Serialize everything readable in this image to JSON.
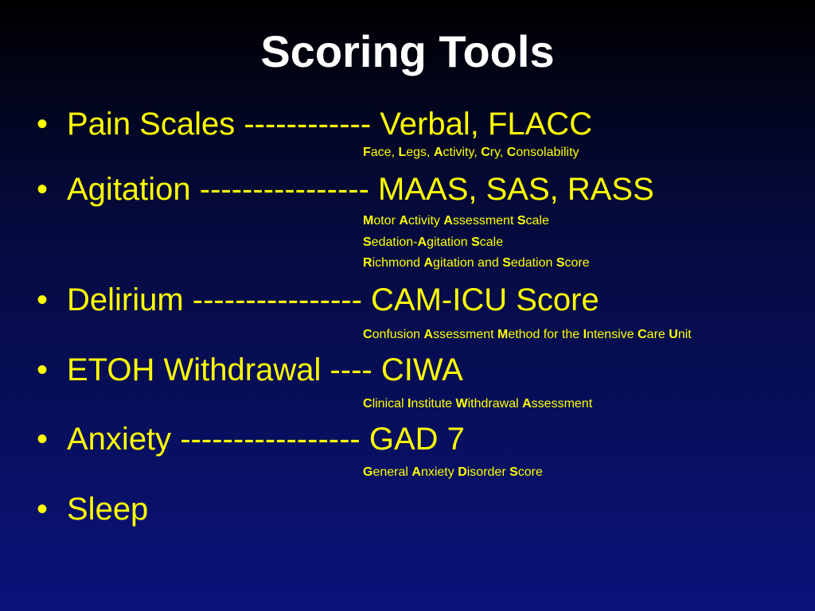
{
  "title": "Scoring Tools",
  "bullet_glyph": "•",
  "items": [
    {
      "text": "Pain Scales ------------ Verbal, FLACC"
    },
    {
      "text": "Agitation ---------------- MAAS, SAS, RASS"
    },
    {
      "text": "Delirium  ---------------- CAM-ICU Score"
    },
    {
      "text": "ETOH Withdrawal ---- CIWA"
    },
    {
      "text": "Anxiety ----------------- GAD 7"
    },
    {
      "text": "Sleep"
    }
  ],
  "subs": [
    [
      [
        "F",
        "ace, "
      ],
      [
        "L",
        "egs, "
      ],
      [
        "A",
        "ctivity, "
      ],
      [
        "C",
        "ry, "
      ],
      [
        "C",
        "onsolability"
      ]
    ],
    [
      [
        "M",
        "otor "
      ],
      [
        "A",
        "ctivity "
      ],
      [
        "A",
        "ssessment "
      ],
      [
        "S",
        "cale"
      ]
    ],
    [
      [
        "S",
        "edation-"
      ],
      [
        "A",
        "gitation "
      ],
      [
        "S",
        "cale"
      ]
    ],
    [
      [
        "R",
        "ichmond "
      ],
      [
        "A",
        "gitation and "
      ],
      [
        "S",
        "edation "
      ],
      [
        "S",
        "core"
      ]
    ],
    [
      [
        "C",
        "onfusion "
      ],
      [
        "A",
        "ssessment "
      ],
      [
        "M",
        "ethod for the "
      ],
      [
        "I",
        "ntensive "
      ],
      [
        "C",
        "are "
      ],
      [
        "U",
        "nit"
      ]
    ],
    [
      [
        "C",
        "linical "
      ],
      [
        "I",
        "nstitute "
      ],
      [
        "W",
        "ithdrawal "
      ],
      [
        "A",
        "ssessment"
      ]
    ],
    [
      [
        "G",
        "eneral "
      ],
      [
        "A",
        "nxiety "
      ],
      [
        "D",
        "isorder "
      ],
      [
        "S",
        "core"
      ]
    ]
  ],
  "colors": {
    "title": "#ffffff",
    "text": "#ffff00",
    "background_top": "#000000",
    "background_bottom": "#0a137a"
  }
}
